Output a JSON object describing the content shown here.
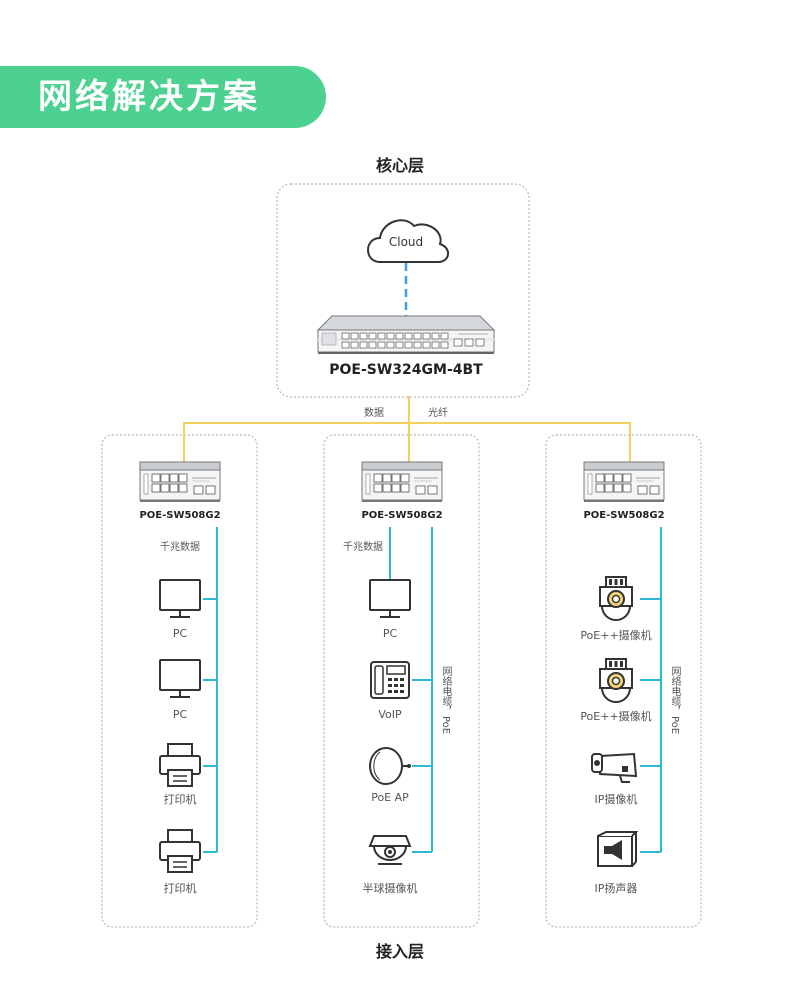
{
  "banner": {
    "title": "网络解决方案"
  },
  "layers": {
    "core": "核心层",
    "access": "接入层"
  },
  "cloud": {
    "label": "Cloud"
  },
  "core_switch": {
    "model": "POE-SW324GM-4BT"
  },
  "links": {
    "data": "数据",
    "fiber": "光纤"
  },
  "access": [
    {
      "switch_model": "POE-SW508G2",
      "top_label": "千兆数据",
      "devices": [
        {
          "label": "PC",
          "icon": "monitor-icon"
        },
        {
          "label": "PC",
          "icon": "monitor-icon"
        },
        {
          "label": "打印机",
          "icon": "printer-icon"
        },
        {
          "label": "打印机",
          "icon": "printer-icon"
        }
      ]
    },
    {
      "switch_model": "POE-SW508G2",
      "top_label": "千兆数据",
      "side_label": "网络电缆，PoE",
      "devices": [
        {
          "label": "PC",
          "icon": "monitor-icon"
        },
        {
          "label": "VoIP",
          "icon": "phone-icon"
        },
        {
          "label": "PoE AP",
          "icon": "access-point-icon"
        },
        {
          "label": "半球摄像机",
          "icon": "dome-camera-icon"
        }
      ]
    },
    {
      "switch_model": "POE-SW508G2",
      "side_label": "网络电缆，PoE",
      "devices": [
        {
          "label": "PoE++摄像机",
          "icon": "ptz-camera-icon"
        },
        {
          "label": "PoE++摄像机",
          "icon": "ptz-camera-icon"
        },
        {
          "label": "IP摄像机",
          "icon": "bullet-camera-icon"
        },
        {
          "label": "IP扬声器",
          "icon": "speaker-icon"
        }
      ]
    }
  ],
  "colors": {
    "accent": "#4cd190",
    "cable": "#2cb9d4",
    "fiber": "#f2d25c",
    "cloud_link": "#3b9fe0"
  }
}
